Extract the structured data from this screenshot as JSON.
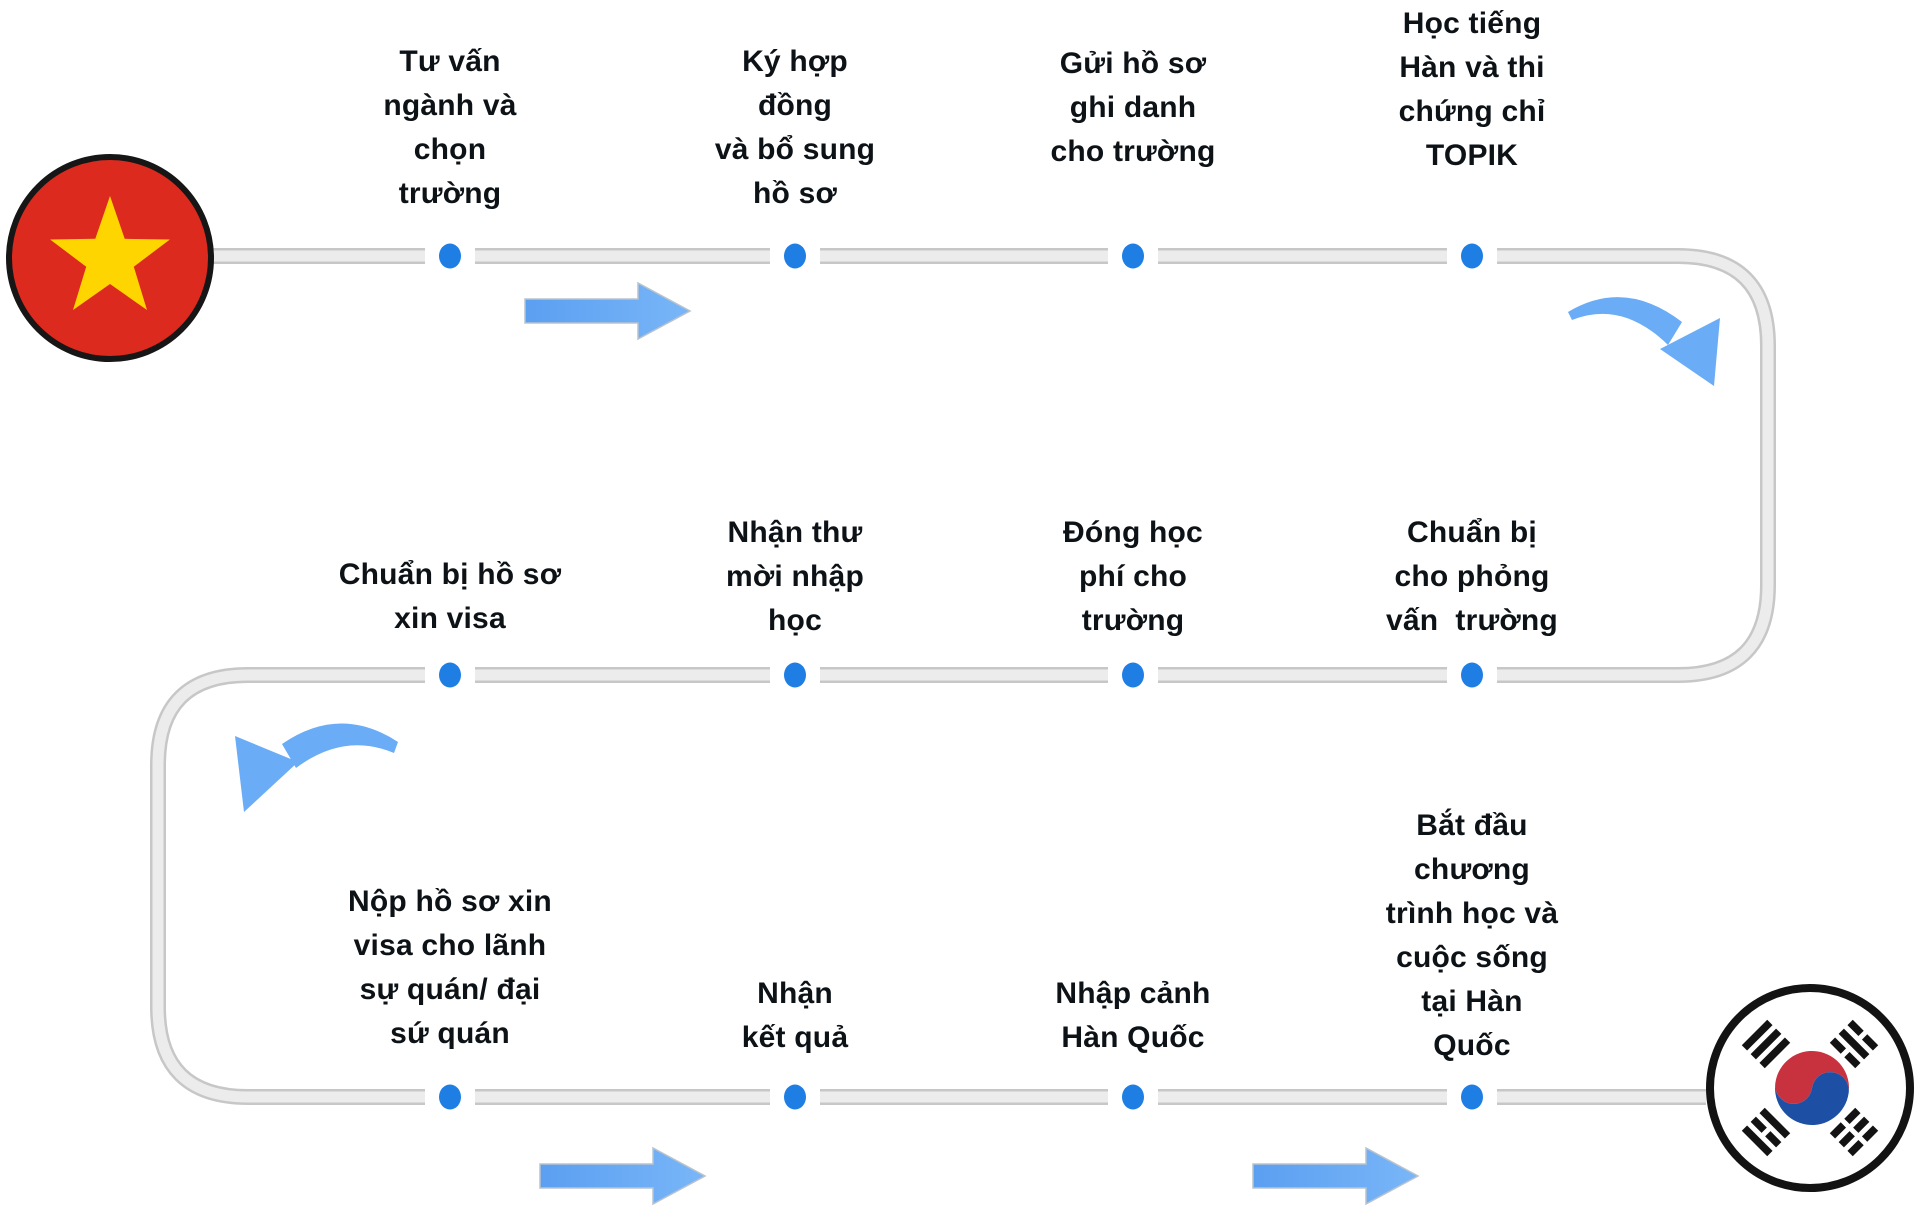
{
  "steps": [
    {
      "label": "Tư vấn\nngành và\nchọn\ntrường"
    },
    {
      "label": "Ký hợp\nđồng\nvà bổ sung\nhồ sơ"
    },
    {
      "label": "Gửi hồ sơ\nghi danh\ncho trường"
    },
    {
      "label": "Học tiếng\nHàn và thi\nchứng chỉ\nTOPIK"
    },
    {
      "label": "Chuẩn bị hồ sơ\nxin visa"
    },
    {
      "label": "Nhận thư\nmời nhập\nhọc"
    },
    {
      "label": "Đóng học\nphí cho\ntrường"
    },
    {
      "label": "Chuẩn bị\ncho phỏng\nvấn  trường"
    },
    {
      "label": "Nộp hồ sơ xin\nvisa cho lãnh\nsự quán/ đại\nsứ quán"
    },
    {
      "label": "Nhận\nkết quả"
    },
    {
      "label": "Nhập cảnh\nHàn Quốc"
    },
    {
      "label": "Bắt đầu\nchương\ntrình học và\ncuộc sống\ntại Hàn\nQuốc"
    }
  ],
  "icons": {
    "start_flag": "vietnam-flag",
    "end_flag": "south-korea-flag",
    "node": "blue-dot",
    "forward_arrow": "arrow-right",
    "turn_right": "curved-arrow-down-right",
    "turn_left": "curved-arrow-down-left"
  },
  "colors": {
    "background": "#ffffff",
    "text": "#0d1217",
    "path_fill": "#ececec",
    "path_edge": "#c7c7c7",
    "dot": "#1e7ee4",
    "arrow": "#6aacf5",
    "vietnam_red": "#dc2a1e",
    "vietnam_star": "#ffd500",
    "korea_red": "#c8323e",
    "korea_blue": "#1d50a4",
    "flag_ring": "#161616"
  }
}
